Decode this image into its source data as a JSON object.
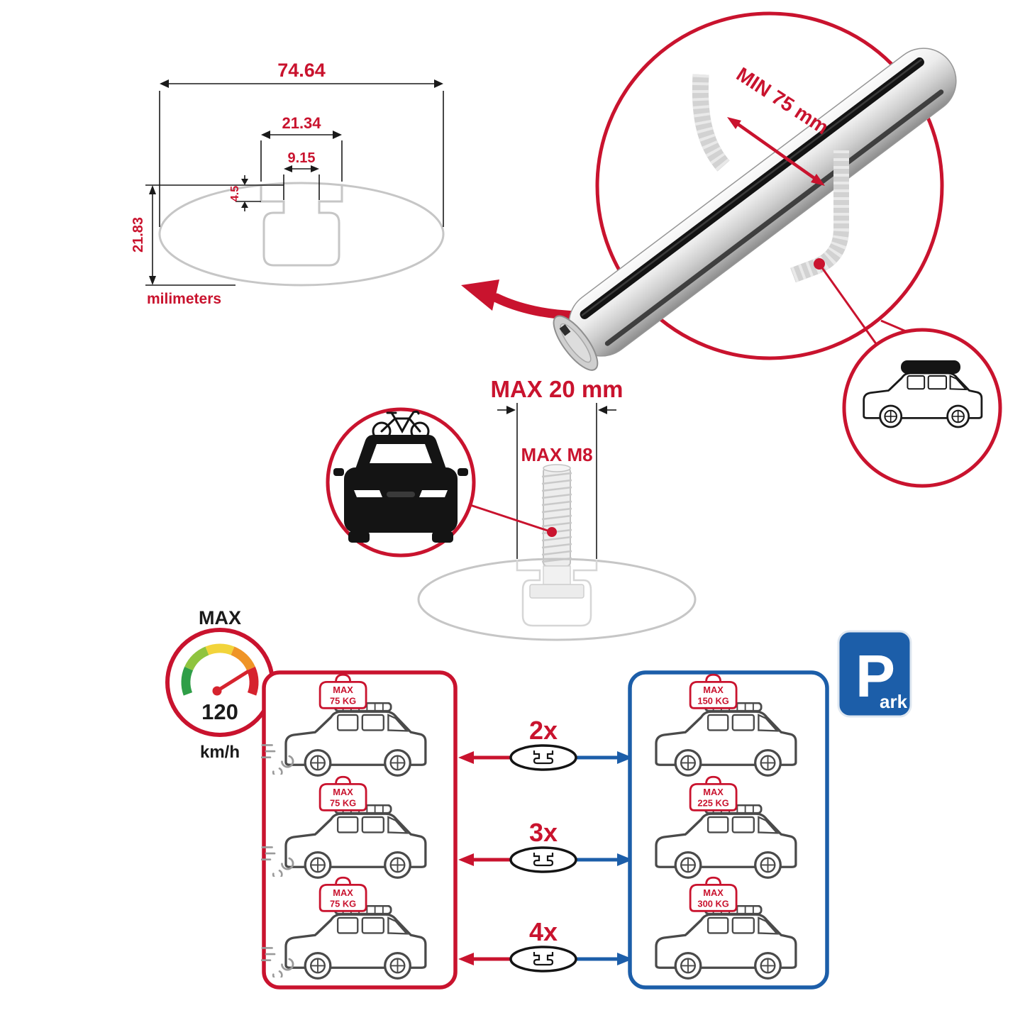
{
  "colors": {
    "accent_red": "#c9132e",
    "accent_blue": "#1c5ea9",
    "line_gray": "#c6c6c6",
    "ink": "#1a1a1a"
  },
  "cross_section": {
    "dim_total_width": "74.64",
    "dim_channel_width": "21.34",
    "dim_slot_width": "9.15",
    "dim_slot_depth": "4.5",
    "dim_height": "21.83",
    "units_label": "milimeters"
  },
  "bar_closeup": {
    "min_clamp_label": "MIN 75 mm"
  },
  "bolt_spec": {
    "max_grip_label": "MAX 20 mm",
    "max_thread_label": "MAX M8"
  },
  "speed_gauge": {
    "label": "MAX",
    "value": "120",
    "unit": "km/h"
  },
  "driving_panel": {
    "cars": [
      {
        "tag_line1": "MAX",
        "tag_line2": "75 KG"
      },
      {
        "tag_line1": "MAX",
        "tag_line2": "75 KG"
      },
      {
        "tag_line1": "MAX",
        "tag_line2": "75 KG"
      }
    ]
  },
  "quantity_rows": [
    {
      "label": "2x"
    },
    {
      "label": "3x"
    },
    {
      "label": "4x"
    }
  ],
  "parked_panel": {
    "cars": [
      {
        "tag_line1": "MAX",
        "tag_line2": "150 KG"
      },
      {
        "tag_line1": "MAX",
        "tag_line2": "225 KG"
      },
      {
        "tag_line1": "MAX",
        "tag_line2": "300 KG"
      }
    ]
  },
  "parking_sign": {
    "letter": "P",
    "suffix": "ark"
  }
}
